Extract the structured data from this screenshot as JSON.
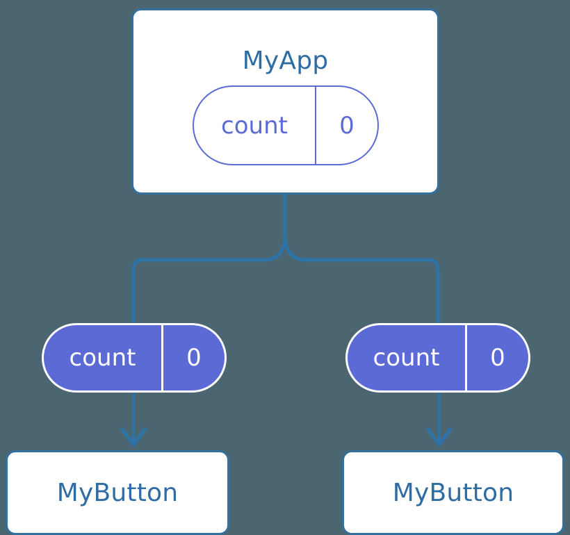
{
  "diagram": {
    "type": "component-state-tree",
    "background_color": "#4b6670",
    "accent_blue": "#33709e",
    "accent_purple": "#5c6ad6",
    "root": {
      "name": "MyApp",
      "state": {
        "key": "count",
        "value": "0"
      }
    },
    "children": [
      {
        "name": "MyButton",
        "prop": {
          "key": "count",
          "value": "0"
        }
      },
      {
        "name": "MyButton",
        "prop": {
          "key": "count",
          "value": "0"
        }
      }
    ]
  }
}
